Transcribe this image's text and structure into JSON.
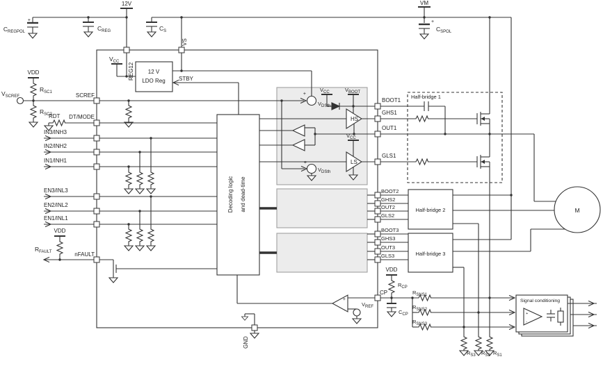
{
  "colors": {
    "wire": "#333333",
    "block_fill": "#ececec",
    "block_stroke": "#a0a0a0",
    "background": "#ffffff",
    "text": "#1d1d1d"
  },
  "labels": {
    "v12": "12V",
    "vm": "VM",
    "vdd": "VDD",
    "plus": "+",
    "minus": "-",
    "vscref": {
      "m": "V",
      "s": "SCREF"
    },
    "vcc": {
      "m": "V",
      "s": "CC"
    },
    "vboot": {
      "m": "V",
      "s": "BOOT"
    },
    "vdsth": {
      "m": "V",
      "s": "DSth"
    },
    "vref": {
      "m": "V",
      "s": "REF"
    },
    "cregpol": {
      "m": "C",
      "s": "REGPOL"
    },
    "creg": {
      "m": "C",
      "s": "REG"
    },
    "cs": {
      "m": "C",
      "s": "S"
    },
    "cspol": {
      "m": "C",
      "s": "SPOL"
    },
    "ccp": {
      "m": "C",
      "s": "CP"
    },
    "rcp": {
      "m": "R",
      "s": "CP"
    },
    "rsc1": {
      "m": "R",
      "s": "SC1"
    },
    "rsc2": {
      "m": "R",
      "s": "SC2"
    },
    "rfault": {
      "m": "R",
      "s": "FAULT"
    },
    "rdt": "RDT",
    "rsns1": {
      "m": "R",
      "s": "SNS1"
    },
    "rsns2": {
      "m": "R",
      "s": "SNS2"
    },
    "rsns3": {
      "m": "R",
      "s": "SNS3"
    },
    "rs1": {
      "m": "R",
      "s": "S1"
    },
    "rs2": {
      "m": "R",
      "s": "S2"
    },
    "rs3": {
      "m": "R",
      "s": "S3"
    }
  },
  "pins": {
    "scref": "SCREF",
    "dtmode": "DT/MODE",
    "in3": "IN3/INH3",
    "in2": "IN2/INH2",
    "in1": "IN1/INH1",
    "en3": "EN3/INL3",
    "en2": "EN2/INL2",
    "en1": "EN1/INL1",
    "nfault": "nFAULT",
    "reg12": "REG12",
    "vs": "VS",
    "gnd": "GND",
    "cp": "CP",
    "boot1": "BOOT1",
    "ghs1": "GHS1",
    "out1": "OUT1",
    "gls1": "GLS1",
    "boot2": "BOOT2",
    "ghs2": "GHS2",
    "out2": "OUT2",
    "gls2": "GLS2",
    "boot3": "BOOT3",
    "ghs3": "GHS3",
    "out3": "OUT3",
    "gls3": "GLS3"
  },
  "blocks": {
    "ldo1": "12 V",
    "ldo2": "LDO Reg",
    "stby": "STBY",
    "decode1": "Decoding logic",
    "decode2": "and dead-time",
    "hs": "HS",
    "ls": "LS",
    "hb1": "Half-bridge 1",
    "hb2": "Half-bridge 2",
    "hb3": "Half-bridge 3",
    "sigcond": "Signal conditioning",
    "motor": "M"
  }
}
